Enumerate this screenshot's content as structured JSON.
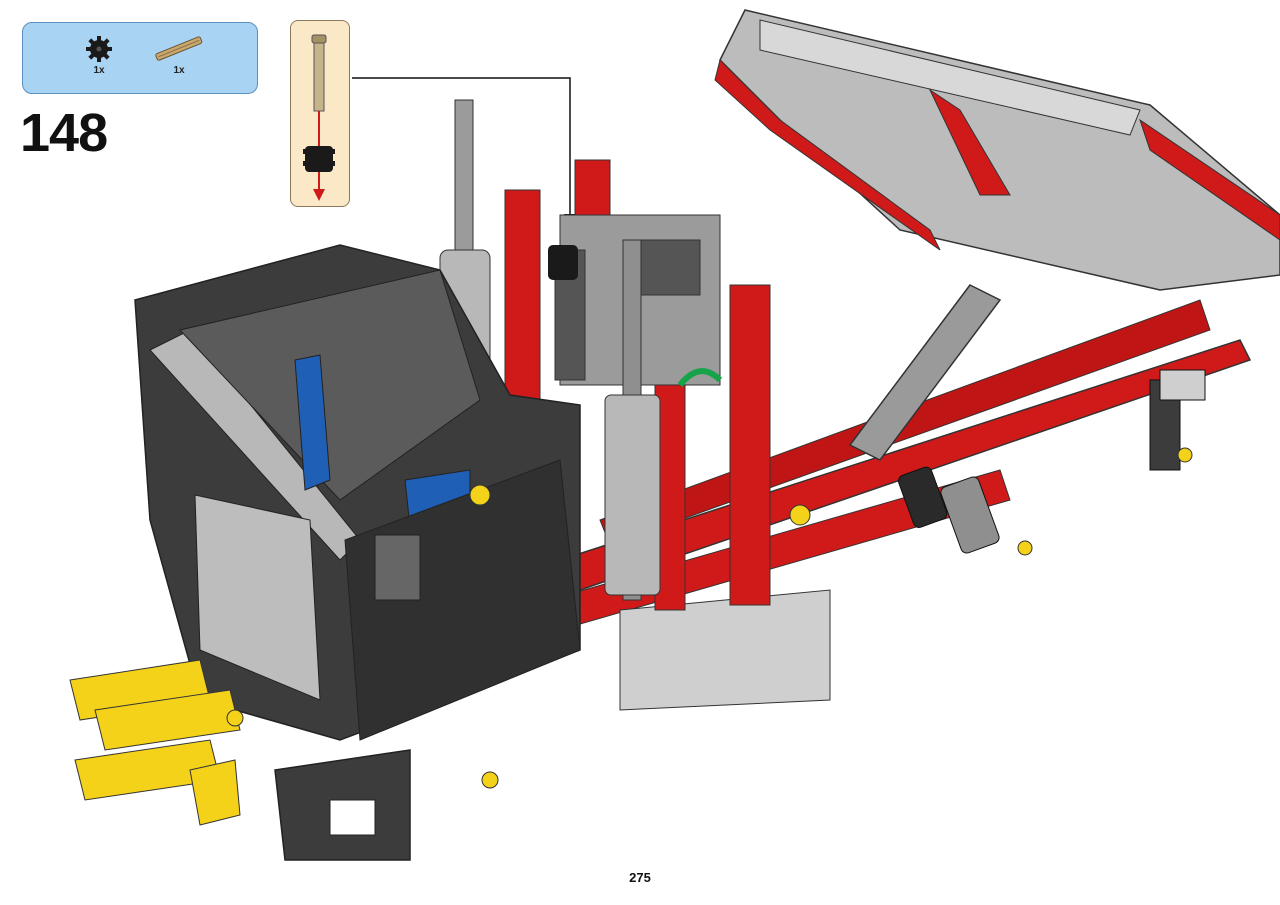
{
  "step": {
    "number": "148"
  },
  "parts": [
    {
      "name": "black-gear-icon",
      "qty": "1x"
    },
    {
      "name": "tan-axle-icon",
      "qty": "1x"
    }
  ],
  "page": {
    "number": "275"
  },
  "colors": {
    "parts_box_bg": "#a9d3f2",
    "sub_box_bg": "#fbe8c6",
    "frame_red": "#d01a1a",
    "dark_grey": "#3c3c3c",
    "light_grey": "#b8b8b8",
    "yellow": "#f4d21a",
    "blue": "#1f5fb5"
  }
}
